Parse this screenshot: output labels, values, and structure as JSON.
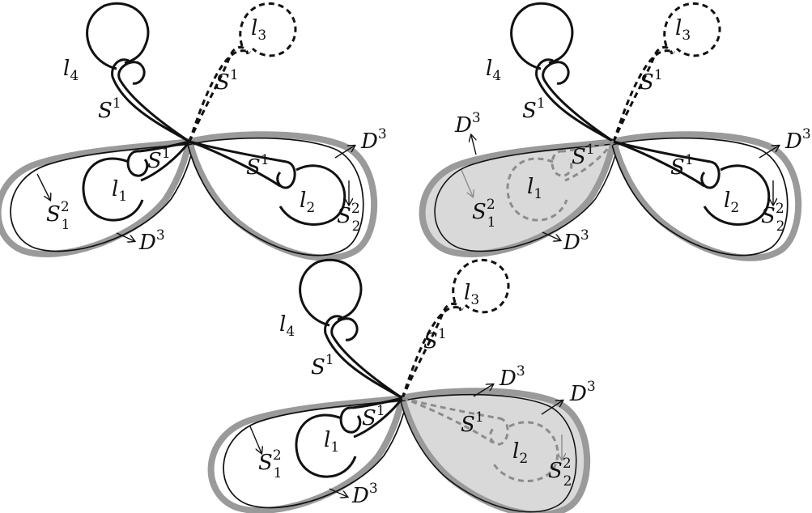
{
  "panels": [
    {
      "id": "top-left",
      "labels": {
        "l4": {
          "base": "l",
          "sub": "4"
        },
        "l3": {
          "base": "l",
          "sub": "3"
        },
        "l1": {
          "base": "l",
          "sub": "1"
        },
        "l2": {
          "base": "l",
          "sub": "2"
        },
        "s1_left": {
          "base": "S",
          "sup": "1"
        },
        "s1_dashed": {
          "base": "S",
          "sup": "1"
        },
        "s1_inner_left": {
          "base": "S",
          "sup": "1"
        },
        "s1_inner_right": {
          "base": "S",
          "sup": "1"
        },
        "sphere_left": {
          "base": "S",
          "sup": "2",
          "sub": "1"
        },
        "sphere_right": {
          "base": "S",
          "sup": "2",
          "sub": "2"
        },
        "disk_right": {
          "base": "D",
          "sup": "3"
        },
        "disk_bottom": {
          "base": "D",
          "sup": "3"
        }
      },
      "shaded": "none"
    },
    {
      "id": "top-right",
      "labels": {
        "l4": {
          "base": "l",
          "sub": "4"
        },
        "l3": {
          "base": "l",
          "sub": "3"
        },
        "l1": {
          "base": "l",
          "sub": "1"
        },
        "l2": {
          "base": "l",
          "sub": "2"
        },
        "s1_left": {
          "base": "S",
          "sup": "1"
        },
        "s1_dashed": {
          "base": "S",
          "sup": "1"
        },
        "s1_inner_left": {
          "base": "S",
          "sup": "1"
        },
        "s1_inner_right": {
          "base": "S",
          "sup": "1"
        },
        "sphere_left": {
          "base": "S",
          "sup": "2",
          "sub": "1"
        },
        "sphere_right": {
          "base": "S",
          "sup": "2",
          "sub": "2"
        },
        "disk_left_top": {
          "base": "D",
          "sup": "3"
        },
        "disk_right": {
          "base": "D",
          "sup": "3"
        },
        "disk_bottom": {
          "base": "D",
          "sup": "3"
        }
      },
      "shaded": "left"
    },
    {
      "id": "bottom",
      "labels": {
        "l4": {
          "base": "l",
          "sub": "4"
        },
        "l3": {
          "base": "l",
          "sub": "3"
        },
        "l1": {
          "base": "l",
          "sub": "1"
        },
        "l2": {
          "base": "l",
          "sub": "2"
        },
        "s1_left": {
          "base": "S",
          "sup": "1"
        },
        "s1_dashed": {
          "base": "S",
          "sup": "1"
        },
        "s1_inner_left": {
          "base": "S",
          "sup": "1"
        },
        "s1_inner_right": {
          "base": "S",
          "sup": "1"
        },
        "sphere_left": {
          "base": "S",
          "sup": "2",
          "sub": "1"
        },
        "sphere_right": {
          "base": "S",
          "sup": "2",
          "sub": "2"
        },
        "disk_right_top": {
          "base": "D",
          "sup": "3"
        },
        "disk_right": {
          "base": "D",
          "sup": "3"
        },
        "disk_bottom": {
          "base": "D",
          "sup": "3"
        }
      },
      "shaded": "right"
    }
  ],
  "colors": {
    "ink": "#111111",
    "thick_grey": "#9a9a9a",
    "shade_fill": "#d9d9d9",
    "dash_grey": "#8c8c8c"
  }
}
